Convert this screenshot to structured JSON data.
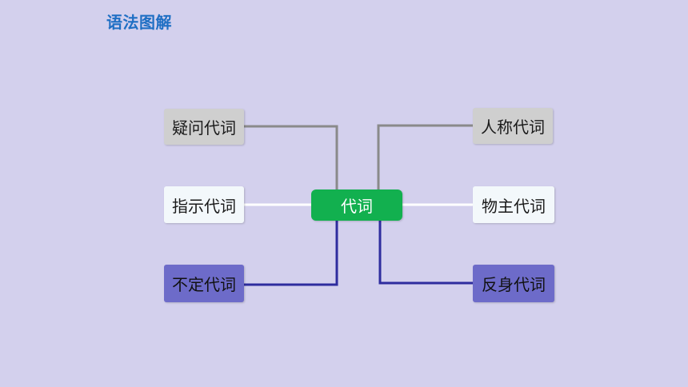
{
  "header": {
    "title": "语法图解"
  },
  "diagram": {
    "center": {
      "label": "代词"
    },
    "nodes": {
      "interrogative": {
        "label": "疑问代词"
      },
      "demonstrative": {
        "label": "指示代词"
      },
      "indefinite": {
        "label": "不定代词"
      },
      "personal": {
        "label": "人称代词"
      },
      "possessive": {
        "label": "物主代词"
      },
      "reflexive": {
        "label": "反身代词"
      }
    }
  },
  "colors": {
    "background": "#d3d0ed",
    "title": "#1f6fc4",
    "center": "#12b04f",
    "gray_node": "#cfcfcf",
    "white_node": "#f3f8fb",
    "blue_node": "#6d6bc9",
    "gray_line": "#8a8a8a",
    "white_line": "#ffffff",
    "blue_line": "#2e2c9e"
  }
}
